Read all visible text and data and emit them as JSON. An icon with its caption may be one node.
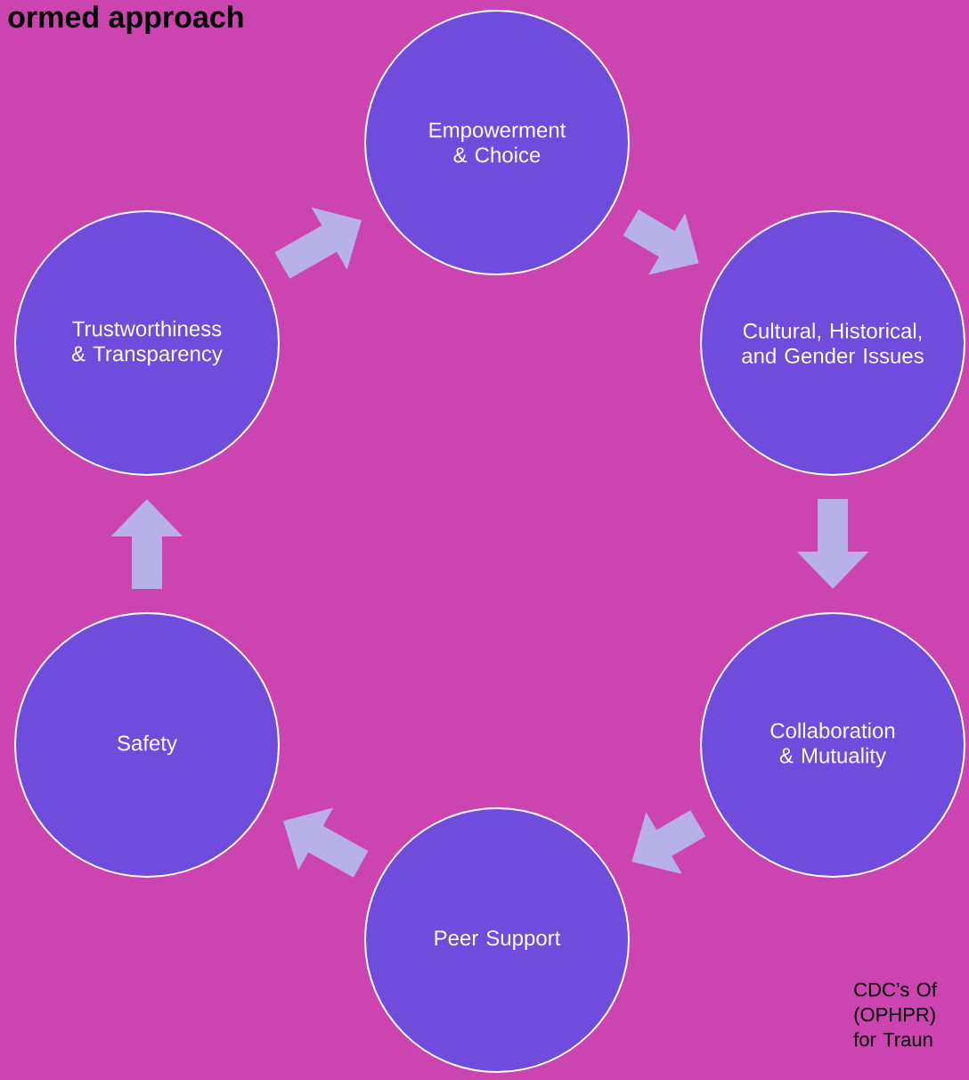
{
  "diagram": {
    "title": "ormed approach",
    "nodes": [
      {
        "text": [
          "Empowerment & Choice"
        ]
      },
      {
        "text": [
          "Cultural, Historical, and Gender Issues"
        ]
      },
      {
        "text": [
          "Collaboration & Mutuality"
        ]
      },
      {
        "text": [
          "Peer Support"
        ]
      },
      {
        "text": [
          "Safety"
        ]
      },
      {
        "text": [
          "Trustworthiness & Transparency"
        ]
      }
    ],
    "edges": [
      {
        "from": 0,
        "to": 1,
        "arrow": "to"
      },
      {
        "from": 1,
        "to": 2,
        "arrow": "to"
      },
      {
        "from": 2,
        "to": 3,
        "arrow": "to"
      },
      {
        "from": 3,
        "to": 4,
        "arrow": "to"
      },
      {
        "from": 4,
        "to": 5,
        "arrow": "to"
      },
      {
        "from": 5,
        "to": 0,
        "arrow": "to"
      }
    ],
    "labels": [
      "CDC’s Of (OPHPR) for Traun"
    ]
  }
}
